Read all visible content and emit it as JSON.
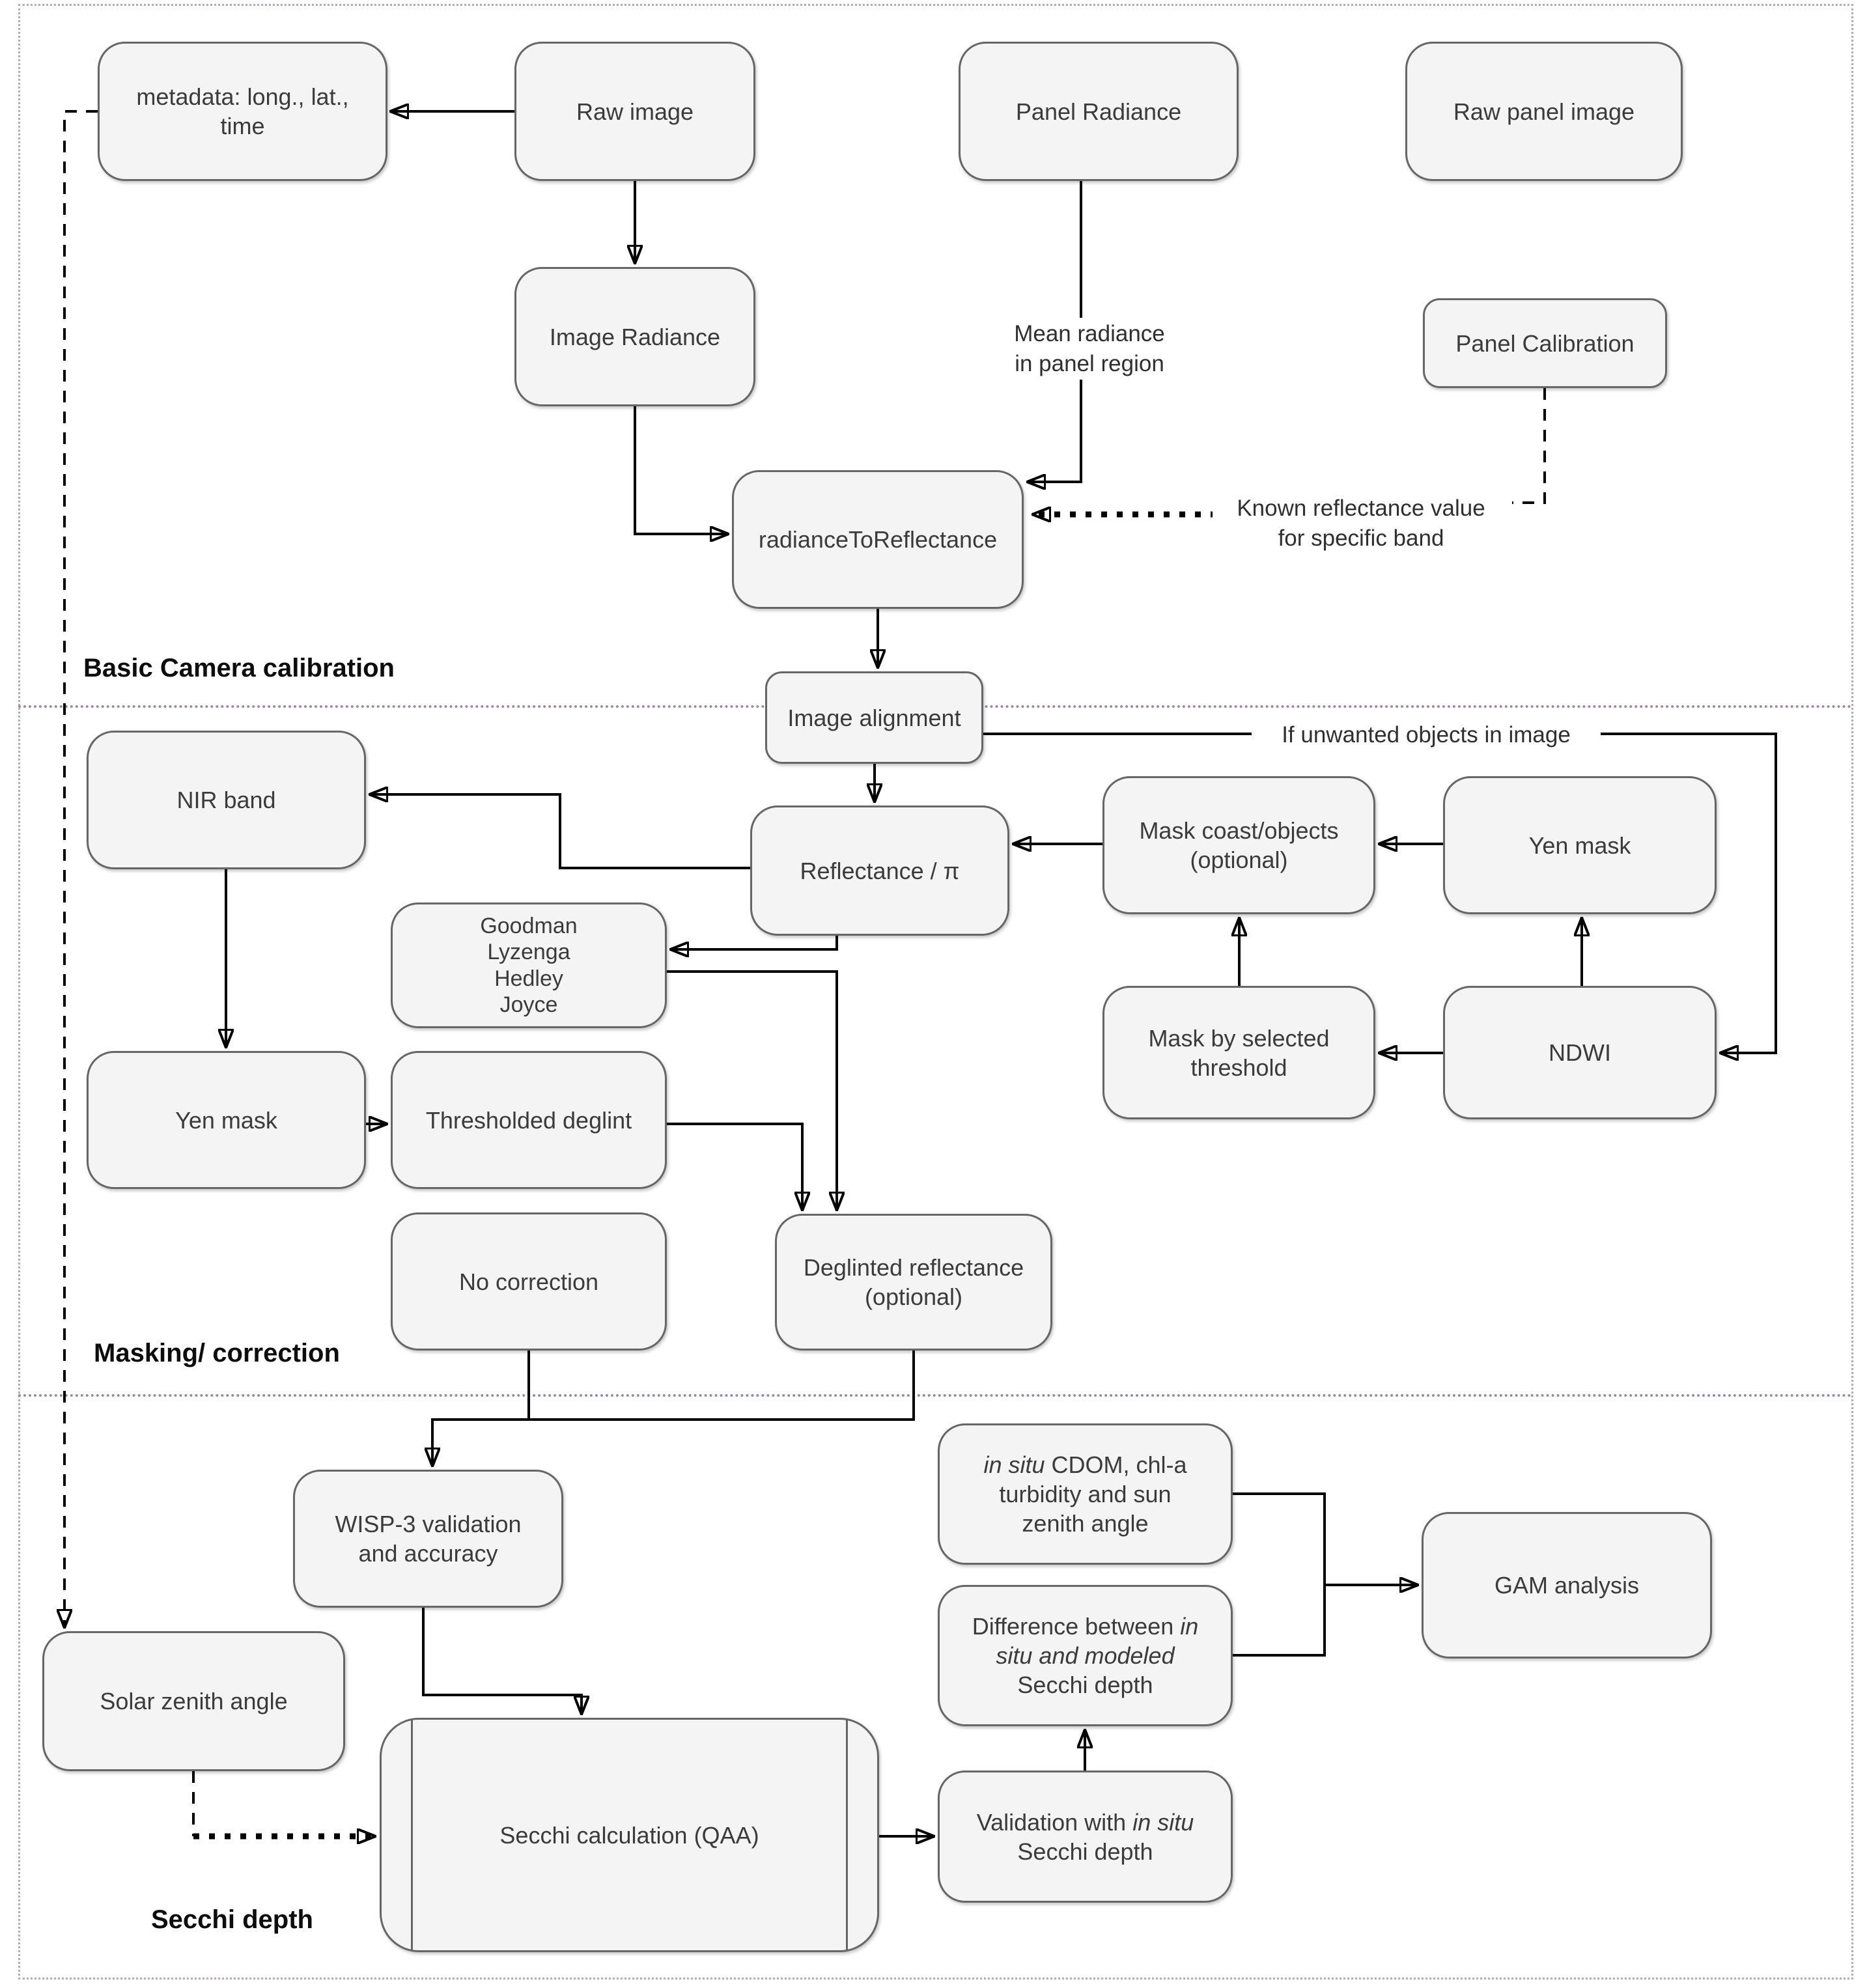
{
  "title": "Image processing flowchart",
  "colors": {
    "node_fill": "#f4f4f4",
    "node_border": "#666666",
    "text": "#3b3b3b",
    "line": "#000000",
    "divider": "#9b8a9b",
    "outer_border": "#b5a8b5"
  },
  "sections": {
    "calibration": "Basic Camera calibration",
    "masking": "Masking/ correction",
    "secchi": "Secchi depth"
  },
  "nodes": {
    "metadata": {
      "label": "metadata: long., lat.,\ntime"
    },
    "raw_image": {
      "label": "Raw image"
    },
    "panel_radiance": {
      "label": "Panel Radiance"
    },
    "raw_panel_image": {
      "label": "Raw panel image"
    },
    "image_radiance": {
      "label": "Image Radiance"
    },
    "panel_calibration": {
      "label": "Panel Calibration"
    },
    "radiance_to_reflectance": {
      "label": "radianceToReflectance"
    },
    "image_alignment": {
      "label": "Image alignment"
    },
    "nir_band": {
      "label": "NIR band"
    },
    "reflectance_pi": {
      "label": "Reflectance / π"
    },
    "mask_coast": {
      "label": "Mask coast/objects\n(optional)"
    },
    "yen_mask_right": {
      "label": "Yen mask"
    },
    "goodman": {
      "label": "Goodman\nLyzenga\nHedley\nJoyce"
    },
    "mask_threshold": {
      "label": "Mask by selected\nthreshold"
    },
    "ndwi": {
      "label": "NDWI"
    },
    "yen_mask_left": {
      "label": "Yen mask"
    },
    "thresholded_deglint": {
      "label": "Thresholded deglint"
    },
    "no_correction": {
      "label": "No correction"
    },
    "deglinted": {
      "label": "Deglinted reflectance\n(optional)"
    },
    "wisp3": {
      "label": "WISP-3 validation\nand accuracy"
    },
    "cdom": {
      "italic": "in situ",
      "rest": " CDOM, chl-a turbidity and sun zenith angle"
    },
    "gam": {
      "label": "GAM analysis"
    },
    "difference": {
      "pre": "Difference between ",
      "italic": "in situ and modeled ",
      "post": "Secchi depth"
    },
    "solar_zenith": {
      "label": "Solar zenith angle"
    },
    "secchi_calc": {
      "label": "Secchi calculation (QAA)"
    },
    "validation": {
      "pre": "Validation with ",
      "italic": "in situ",
      "post": " Secchi depth"
    }
  },
  "edge_labels": {
    "mean_radiance": "Mean radiance\nin panel region",
    "known_reflectance": "Known reflectance value\nfor specific band",
    "if_unwanted": "If unwanted objects in image"
  }
}
